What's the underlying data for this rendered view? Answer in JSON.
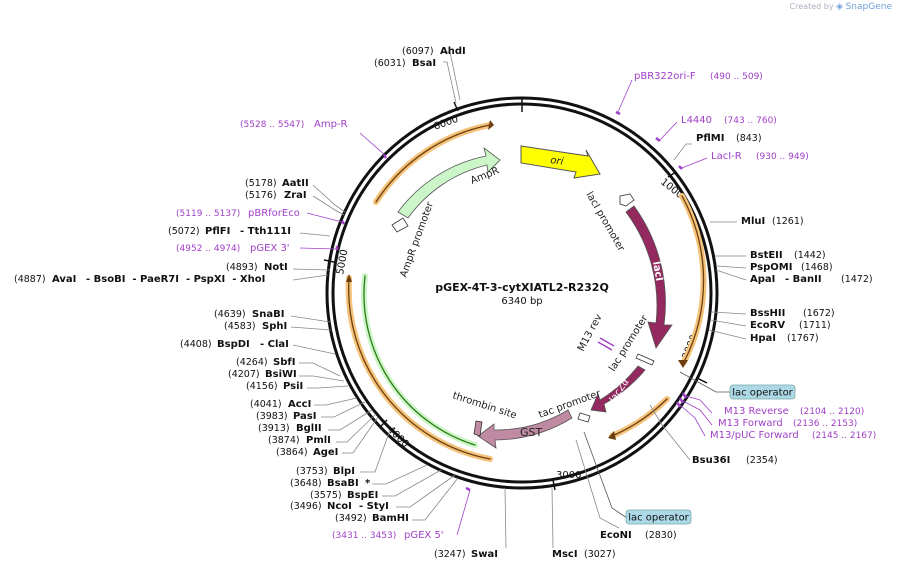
{
  "credit": {
    "prefix": "Created by",
    "brand": "SnapGene"
  },
  "plasmid": {
    "name": "pGEX-4T-3-cytXIATL2-R232Q",
    "size_label": "6340 bp",
    "length": 6340
  },
  "colors": {
    "ori": "#ffff00",
    "lacI": "#93295f",
    "GST": "#c08aa3",
    "AmpR": "#ccf5c8",
    "primer": "#a040c8",
    "operator": "#add8e6",
    "orf": "#f5c27a"
  },
  "ticks": [
    "1000",
    "2000",
    "3000",
    "4000",
    "5000",
    "6000"
  ],
  "features": {
    "ori": "ori",
    "lacI_promoter": "lacI promoter",
    "lacI": "lacI",
    "m13_rev": "M13 rev",
    "lac_promoter": "lac promoter",
    "lacZa": "lacZα",
    "tac_promoter": "tac promoter",
    "gst": "GST",
    "thrombin": "thrombin site",
    "ampr_promoter": "AmpR promoter",
    "ampr": "AmpR"
  },
  "operators": [
    "lac operator",
    "lac operator"
  ],
  "enzymes_left": [
    {
      "pos": "(6097)",
      "name": "AhdI"
    },
    {
      "pos": "(6031)",
      "name": "BsaI"
    },
    {
      "pos": "(5178)",
      "name": "AatII"
    },
    {
      "pos": "(5176)",
      "name": "ZraI"
    },
    {
      "pos": "(5072)",
      "name": "PflFI",
      "extra": "- Tth111I"
    },
    {
      "pos": "(4893)",
      "name": "NotI"
    },
    {
      "pos": "(4887)",
      "name": "AvaI",
      "extra": "- BsoBI  - PaeR7I  - PspXI  - XhoI"
    },
    {
      "pos": "(4639)",
      "name": "SnaBI"
    },
    {
      "pos": "(4583)",
      "name": "SphI"
    },
    {
      "pos": "(4408)",
      "name": "BspDI",
      "extra": "- ClaI"
    },
    {
      "pos": "(4264)",
      "name": "SbfI"
    },
    {
      "pos": "(4207)",
      "name": "BsiWI"
    },
    {
      "pos": "(4156)",
      "name": "PsiI"
    },
    {
      "pos": "(4041)",
      "name": "AccI"
    },
    {
      "pos": "(3983)",
      "name": "PasI"
    },
    {
      "pos": "(3913)",
      "name": "BglII"
    },
    {
      "pos": "(3874)",
      "name": "PmlI"
    },
    {
      "pos": "(3864)",
      "name": "AgeI"
    },
    {
      "pos": "(3753)",
      "name": "BlpI"
    },
    {
      "pos": "(3648)",
      "name": "BsaBI",
      "extra": "*"
    },
    {
      "pos": "(3575)",
      "name": "BspEI"
    },
    {
      "pos": "(3496)",
      "name": "NcoI",
      "extra": "- StyI"
    },
    {
      "pos": "(3492)",
      "name": "BamHI"
    },
    {
      "pos": "(3247)",
      "name": "SwaI"
    }
  ],
  "enzymes_right": [
    {
      "name": "PflMI",
      "pos": "(843)"
    },
    {
      "name": "MluI",
      "pos": "(1261)"
    },
    {
      "name": "BstEII",
      "pos": "(1442)"
    },
    {
      "name": "PspOMI",
      "pos": "(1468)"
    },
    {
      "name": "ApaI",
      "pos": "",
      "extra": "- BanII",
      "pos2": "(1472)"
    },
    {
      "name": "BssHII",
      "pos": "(1672)"
    },
    {
      "name": "EcoRV",
      "pos": "(1711)"
    },
    {
      "name": "HpaI",
      "pos": "(1767)"
    },
    {
      "name": "Bsu36I",
      "pos": "(2354)"
    },
    {
      "name": "EcoNI",
      "pos": "(2830)"
    },
    {
      "name": "MscI",
      "pos": "(3027)"
    }
  ],
  "primers": [
    {
      "name": "pBR322ori-F",
      "range": "(490 .. 509)"
    },
    {
      "name": "L4440",
      "range": "(743 .. 760)"
    },
    {
      "name": "LacI-R",
      "range": "(930 .. 949)"
    },
    {
      "name": "M13 Reverse",
      "range": "(2104 .. 2120)"
    },
    {
      "name": "M13 Forward",
      "range": "(2136 .. 2153)"
    },
    {
      "name": "M13/pUC Forward",
      "range": "(2145 .. 2167)"
    },
    {
      "name": "pGEX 5'",
      "range": "(3431 .. 3453)"
    },
    {
      "name": "pGEX 3'",
      "range": "(4952 .. 4974)"
    },
    {
      "name": "pBRforEco",
      "range": "(5119 .. 5137)"
    },
    {
      "name": "Amp-R",
      "range": "(5528 .. 5547)"
    }
  ]
}
